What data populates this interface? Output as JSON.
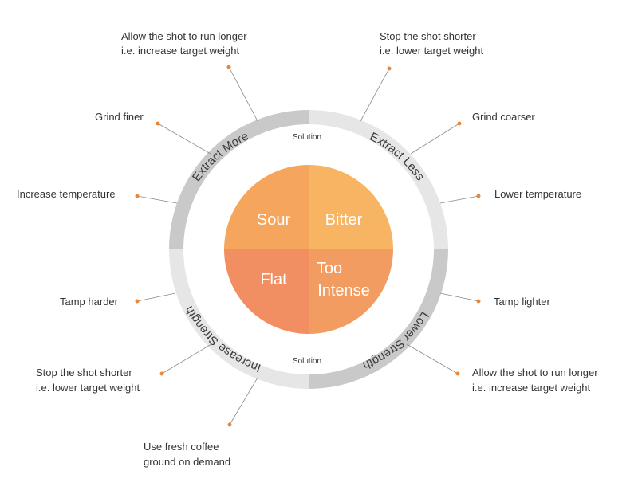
{
  "center_quadrants": [
    {
      "id": "sour",
      "lines": [
        "Sour"
      ],
      "color": "#f5a55c"
    },
    {
      "id": "bitter",
      "lines": [
        "Bitter"
      ],
      "color": "#f7b463"
    },
    {
      "id": "flat",
      "lines": [
        "Flat"
      ],
      "color": "#f28f62"
    },
    {
      "id": "too-intense",
      "lines": [
        "Too",
        "Intense"
      ],
      "color": "#f39c61"
    }
  ],
  "ring_sections": [
    {
      "id": "extract-more",
      "label": "Extract More",
      "color": "#c9c9c9"
    },
    {
      "id": "extract-less",
      "label": "Extract Less",
      "color": "#e6e6e6"
    },
    {
      "id": "lower-strength",
      "label": "Lower Strength",
      "color": "#c9c9c9"
    },
    {
      "id": "increase-strength",
      "label": "Increase Strength",
      "color": "#e6e6e6"
    }
  ],
  "solution_labels": {
    "top": "Solution",
    "bottom": "Solution"
  },
  "callouts": [
    {
      "id": "allow-longer-top",
      "lines": [
        "Allow the shot to run longer",
        "i.e. increase target weight"
      ]
    },
    {
      "id": "stop-shorter-top",
      "lines": [
        "Stop the shot shorter",
        "i.e. lower target weight"
      ]
    },
    {
      "id": "grind-finer",
      "lines": [
        "Grind finer"
      ]
    },
    {
      "id": "grind-coarser",
      "lines": [
        "Grind coarser"
      ]
    },
    {
      "id": "increase-temperature",
      "lines": [
        "Increase temperature"
      ]
    },
    {
      "id": "lower-temperature",
      "lines": [
        "Lower temperature"
      ]
    },
    {
      "id": "tamp-harder",
      "lines": [
        "Tamp harder"
      ]
    },
    {
      "id": "tamp-lighter",
      "lines": [
        "Tamp lighter"
      ]
    },
    {
      "id": "stop-shorter-bottom",
      "lines": [
        "Stop the shot shorter",
        "i.e. lower target weight"
      ]
    },
    {
      "id": "allow-longer-bottom",
      "lines": [
        "Allow the shot to run longer",
        "i.e. increase target weight"
      ]
    },
    {
      "id": "fresh-coffee",
      "lines": [
        "Use fresh coffee",
        "ground on demand"
      ]
    }
  ],
  "colors": {
    "accent_dot": "#e8873a",
    "leader_line": "#8a8a8a"
  }
}
